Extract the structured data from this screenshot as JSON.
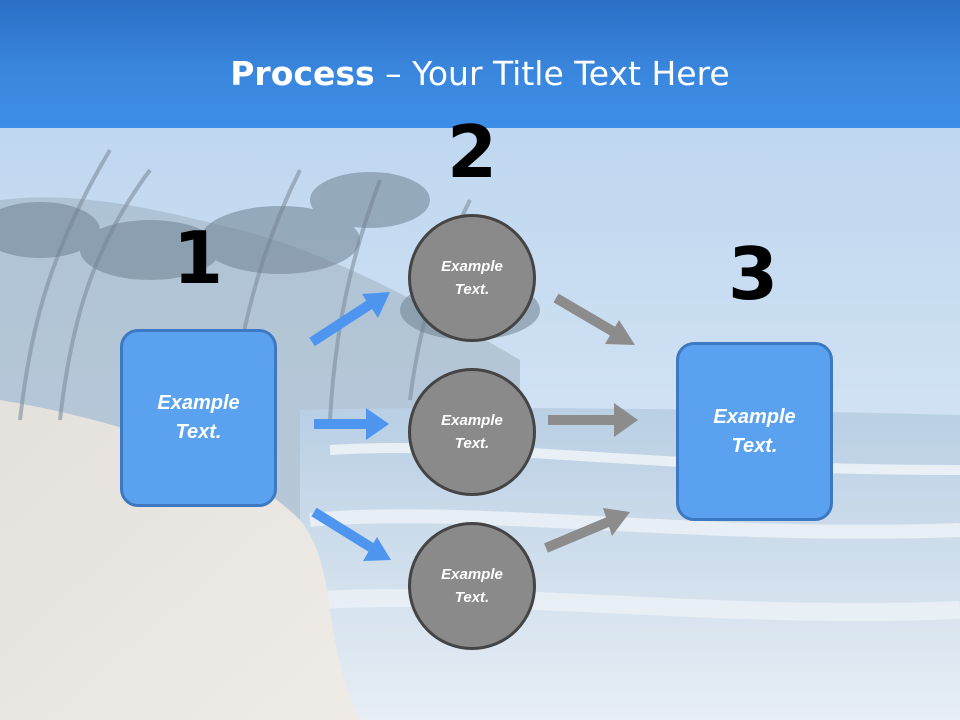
{
  "title": {
    "bold": "Process",
    "rest": " – Your Title Text Here"
  },
  "steps": {
    "one": "1",
    "two": "2",
    "three": "3"
  },
  "nodes": {
    "left_box": {
      "line1": "Example",
      "line2": "Text."
    },
    "circle_top": {
      "line1": "Example",
      "line2": "Text."
    },
    "circle_middle": {
      "line1": "Example",
      "line2": "Text."
    },
    "circle_bottom": {
      "line1": "Example",
      "line2": "Text."
    },
    "right_box": {
      "line1": "Example",
      "line2": "Text."
    }
  },
  "colors": {
    "title_bar": "#3a86dd",
    "box_fill": "#5aa2ef",
    "box_border": "#3d78c2",
    "circle_fill": "#8a8a8a",
    "circle_border": "#444444",
    "arrow_blue": "#4d95ee",
    "arrow_gray": "#8c8c8c"
  }
}
